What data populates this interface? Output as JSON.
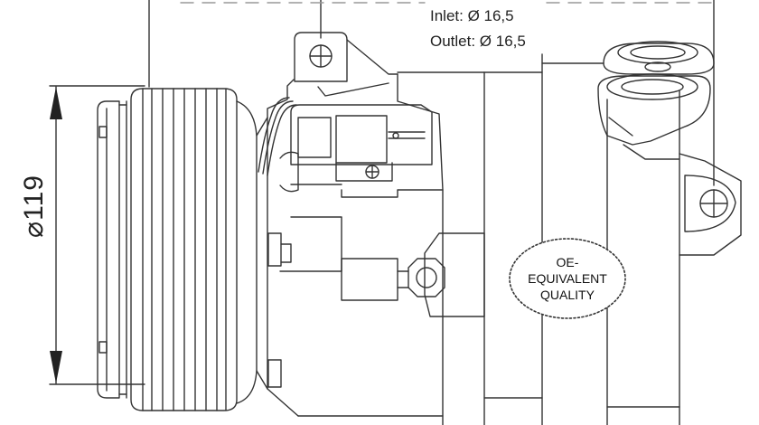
{
  "specs": {
    "inlet": "Inlet: Ø 16,5",
    "outlet": "Outlet: Ø 16,5"
  },
  "dimension": {
    "diameter": "⌀119"
  },
  "badge": {
    "line1": "OE-",
    "line2": "EQUIVALENT",
    "line3": "QUALITY"
  }
}
